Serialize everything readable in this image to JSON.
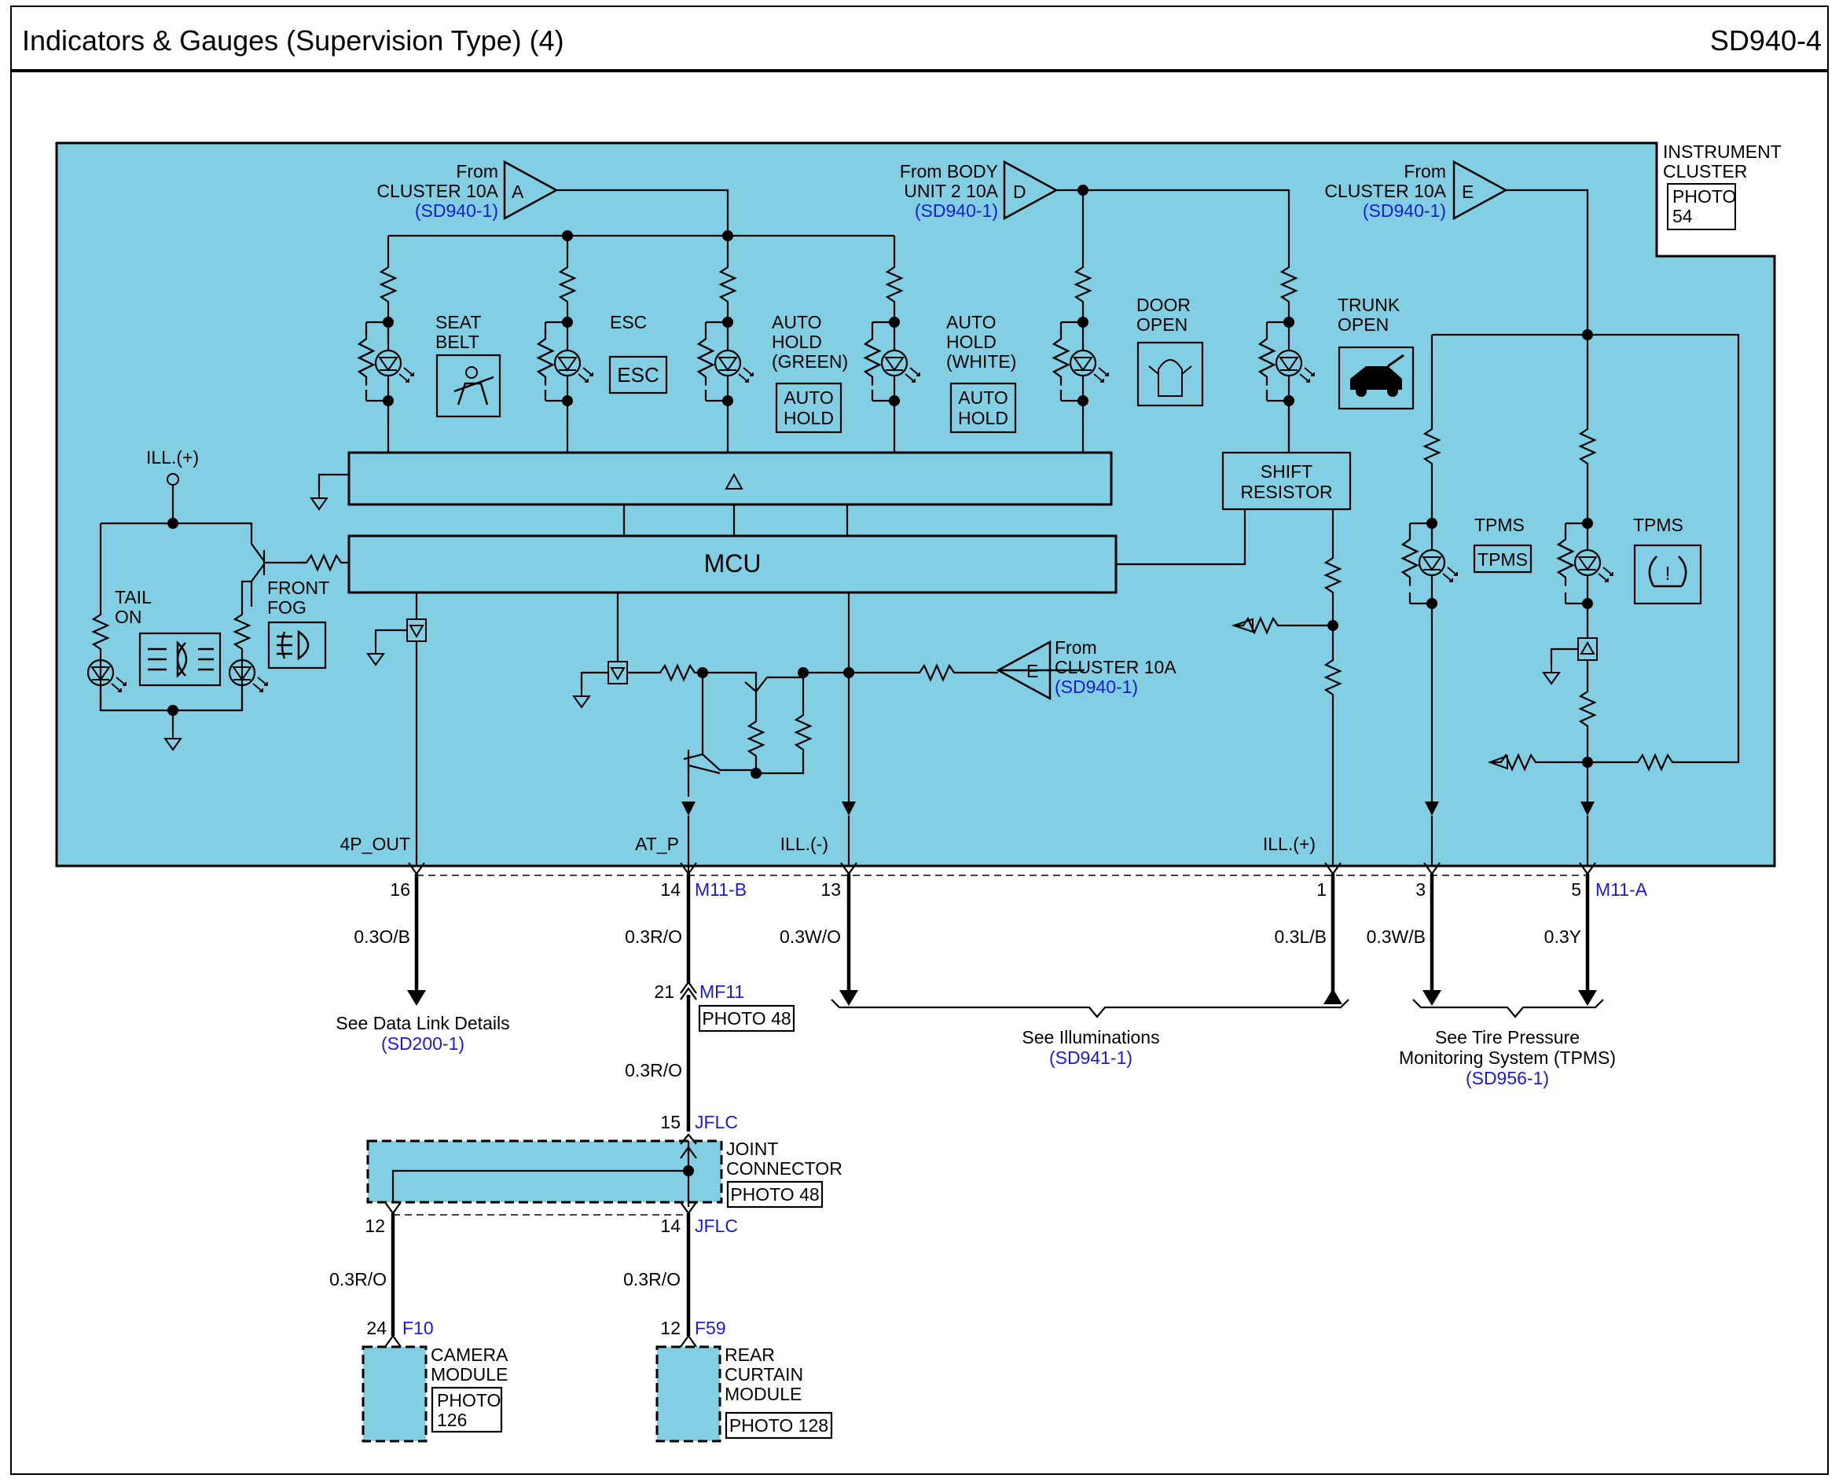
{
  "header": {
    "title": "Indicators & Gauges (Supervision Type) (4)",
    "code": "SD940-4"
  },
  "cluster": {
    "label_line1": "INSTRUMENT",
    "label_line2": "CLUSTER",
    "photo": "PHOTO",
    "photo_num": "54",
    "mcu": "MCU",
    "shift_line1": "SHIFT",
    "shift_line2": "RESISTOR",
    "ill_plus_top": "ILL.(+)"
  },
  "sources": [
    {
      "id": "A",
      "line1": "From",
      "line2": "CLUSTER 10A",
      "ref": "(SD940-1)"
    },
    {
      "id": "D",
      "line1": "From BODY",
      "line2": "UNIT 2 10A",
      "ref": "(SD940-1)"
    },
    {
      "id": "E",
      "line1": "From",
      "line2": "CLUSTER 10A",
      "ref": "(SD940-1)"
    },
    {
      "id": "E",
      "line1": "From",
      "line2": "CLUSTER 10A",
      "ref": "(SD940-1)"
    }
  ],
  "indicators": {
    "seat_belt": [
      "SEAT",
      "BELT"
    ],
    "esc": "ESC",
    "esc_box": "ESC",
    "auto_green": [
      "AUTO",
      "HOLD",
      "(GREEN)"
    ],
    "auto_white": [
      "AUTO",
      "HOLD",
      "(WHITE)"
    ],
    "auto_box": [
      "AUTO",
      "HOLD"
    ],
    "door": [
      "DOOR",
      "OPEN"
    ],
    "trunk": [
      "TRUNK",
      "OPEN"
    ],
    "tail": [
      "TAIL",
      "ON"
    ],
    "front_fog": [
      "FRONT",
      "FOG"
    ],
    "tpms": "TPMS",
    "tpms_box": "TPMS"
  },
  "pins_inner": {
    "p4p_out": "4P_OUT",
    "at_p": "AT_P",
    "ill_minus": "ILL.(-)",
    "ill_plus": "ILL.(+)"
  },
  "connectors": {
    "m11b": "M11-B",
    "m11a": "M11-A",
    "mf11": "MF11",
    "jflc": "JFLC",
    "f10": "F10",
    "f59": "F59"
  },
  "pin_numbers": {
    "p16": "16",
    "p14": "14",
    "p13": "13",
    "p1": "1",
    "p3": "3",
    "p5": "5",
    "p21": "21",
    "p15": "15",
    "p12": "12",
    "p14b": "14",
    "p24": "24",
    "p12b": "12"
  },
  "wires": {
    "w1": "0.3O/B",
    "w2": "0.3R/O",
    "w3": "0.3W/O",
    "w4": "0.3L/B",
    "w5": "0.3W/B",
    "w6": "0.3Y",
    "w7": "0.3R/O",
    "w8": "0.3R/O",
    "w9": "0.3R/O"
  },
  "references": {
    "datalink": "See Data Link Details",
    "datalink_ref": "(SD200-1)",
    "illum": "See Illuminations",
    "illum_ref": "(SD941-1)",
    "tpms_line1": "See Tire Pressure",
    "tpms_line2": "Monitoring System (TPMS)",
    "tpms_ref": "(SD956-1)"
  },
  "photos": {
    "mf11": "PHOTO 48",
    "joint": "PHOTO 48",
    "camera_label": "PHOTO",
    "camera_num": "126",
    "rear": "PHOTO 128"
  },
  "modules": {
    "joint": [
      "JOINT",
      "CONNECTOR"
    ],
    "camera": [
      "CAMERA",
      "MODULE"
    ],
    "rear": [
      "REAR",
      "CURTAIN",
      "MODULE"
    ]
  },
  "colors": {
    "cluster_fill": "#82cfe3",
    "ref_blue": "#1a1ad8"
  }
}
